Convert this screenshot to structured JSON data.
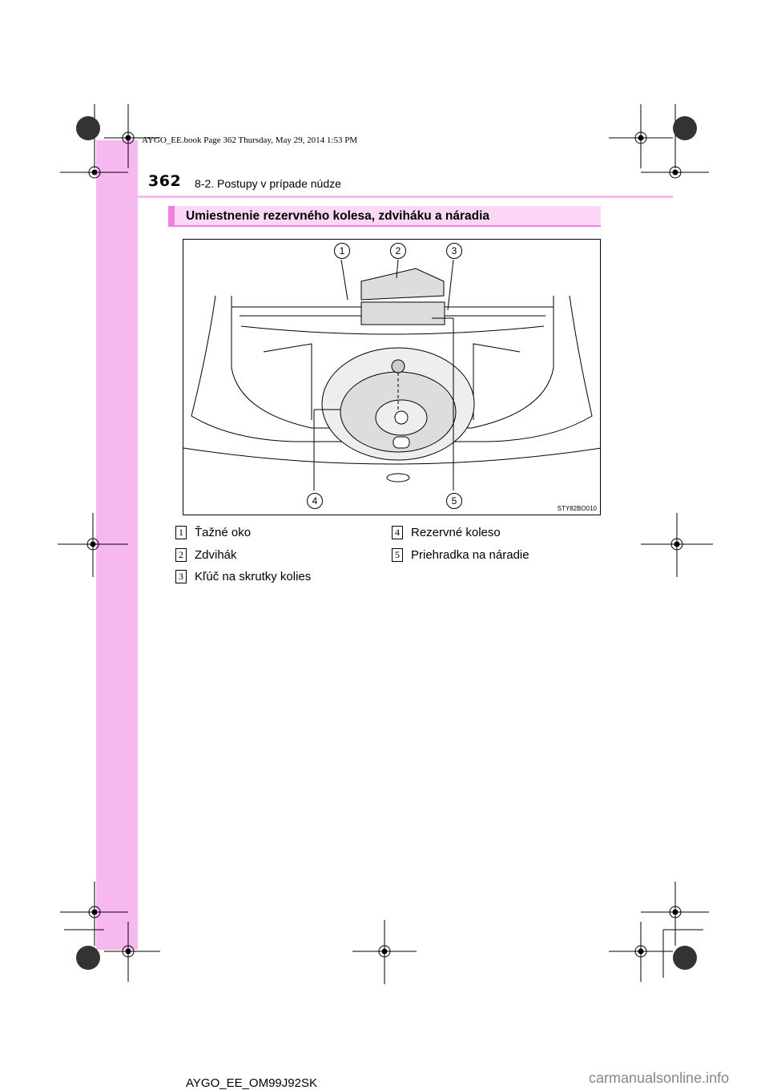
{
  "book_info": "AYGO_EE.book  Page 362  Thursday, May 29, 2014  1:53 PM",
  "page_number": "362",
  "section_title": "8-2. Postupy v prípade núdze",
  "heading": "Umiestnenie rezervného kolesa, zdviháku a náradia",
  "figure": {
    "code": "STY82BO010",
    "callouts": [
      "1",
      "2",
      "3",
      "4",
      "5"
    ]
  },
  "legend": [
    {
      "num": "1",
      "label": "Ťažné oko"
    },
    {
      "num": "2",
      "label": "Zdvihák"
    },
    {
      "num": "3",
      "label": "Kľúč na skrutky kolies"
    },
    {
      "num": "4",
      "label": "Rezervné koleso"
    },
    {
      "num": "5",
      "label": "Priehradka na náradie"
    }
  ],
  "footer_text": "AYGO_EE_OM99J92SK",
  "watermark": "carmanualsonline.info",
  "colors": {
    "accent_pink": "#f7b8f0",
    "header_bg": "#fcd8f6",
    "header_bar": "#f080e0"
  }
}
